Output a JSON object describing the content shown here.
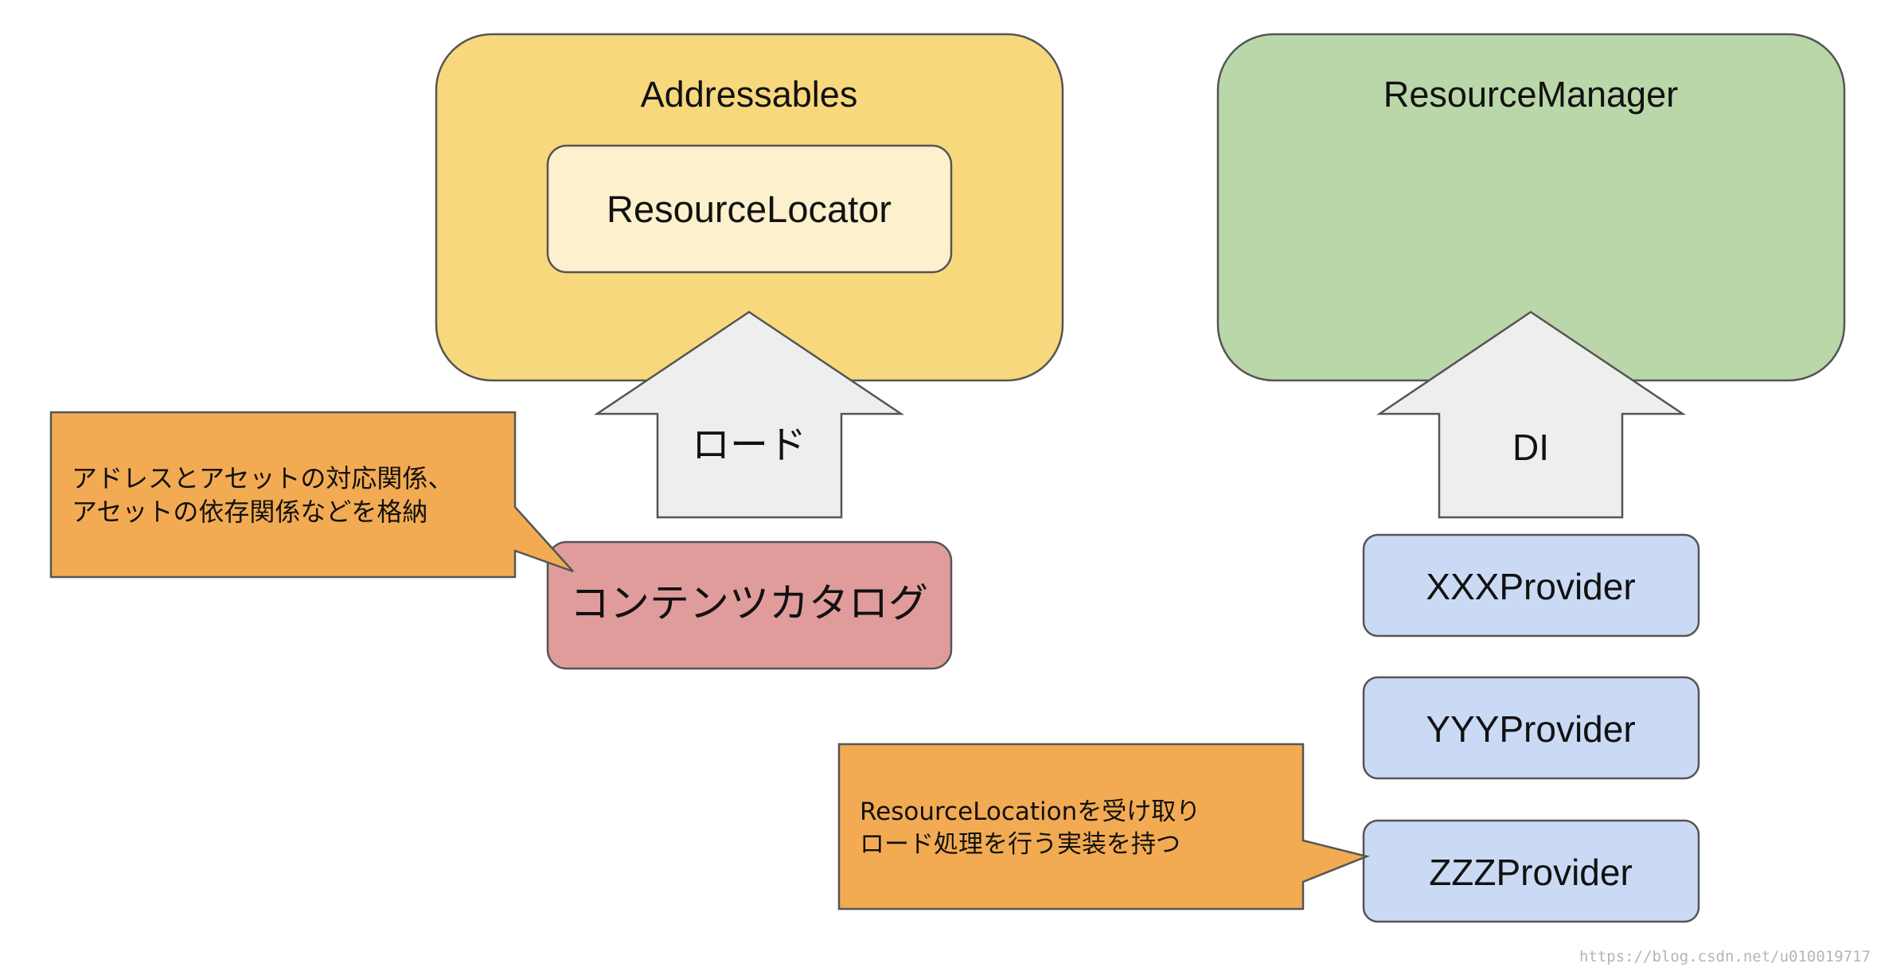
{
  "addressables": {
    "title": "Addressables",
    "locator_label": "ResourceLocator"
  },
  "resource_manager": {
    "title": "ResourceManager"
  },
  "load_arrow": {
    "label": "ロード"
  },
  "di_arrow": {
    "label": "DI"
  },
  "content_catalog": {
    "label": "コンテンツカタログ"
  },
  "catalog_callout": {
    "lines": [
      "アドレスとアセットの対応関係、",
      "アセットの依存関係などを格納"
    ]
  },
  "providers": [
    {
      "label": "XXXProvider"
    },
    {
      "label": "YYYProvider"
    },
    {
      "label": "ZZZProvider"
    }
  ],
  "provider_callout": {
    "lines": [
      "ResourceLocationを受け取り",
      "ロード処理を行う実装を持つ"
    ]
  },
  "watermark": "https://blog.csdn.net/u010019717",
  "colors": {
    "addressables_fill": "#f8d87d",
    "locator_fill": "#fcf0cd",
    "resource_manager_fill": "#bad7a9",
    "arrow_fill": "#eeeeee",
    "catalog_fill": "#e09c9b",
    "provider_fill": "#cbdaf4",
    "callout_fill": "#f2ab53",
    "stroke": "#555555"
  }
}
